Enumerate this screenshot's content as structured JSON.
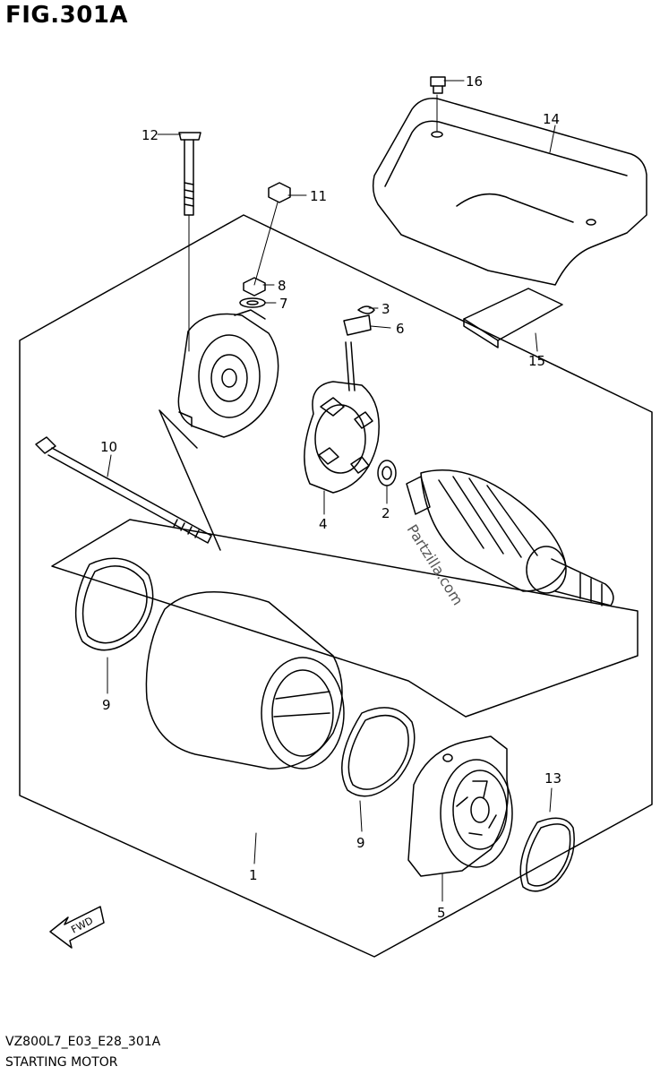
{
  "figure": {
    "title": "FIG.301A",
    "code": "VZ800L7_E03_E28_301A",
    "name": "STARTING MOTOR",
    "watermark": "Partzilla.com",
    "fwd_label": "FWD"
  },
  "callouts": [
    {
      "id": "1",
      "label": "1"
    },
    {
      "id": "2",
      "label": "2"
    },
    {
      "id": "3",
      "label": "3"
    },
    {
      "id": "4",
      "label": "4"
    },
    {
      "id": "5",
      "label": "5"
    },
    {
      "id": "6",
      "label": "6"
    },
    {
      "id": "7",
      "label": "7"
    },
    {
      "id": "8",
      "label": "8"
    },
    {
      "id": "9a",
      "label": "9"
    },
    {
      "id": "9b",
      "label": "9"
    },
    {
      "id": "10",
      "label": "10"
    },
    {
      "id": "11",
      "label": "11"
    },
    {
      "id": "12",
      "label": "12"
    },
    {
      "id": "13",
      "label": "13"
    },
    {
      "id": "14",
      "label": "14"
    },
    {
      "id": "15",
      "label": "15"
    },
    {
      "id": "16",
      "label": "16"
    }
  ],
  "colors": {
    "line": "#000000",
    "background": "#ffffff"
  }
}
